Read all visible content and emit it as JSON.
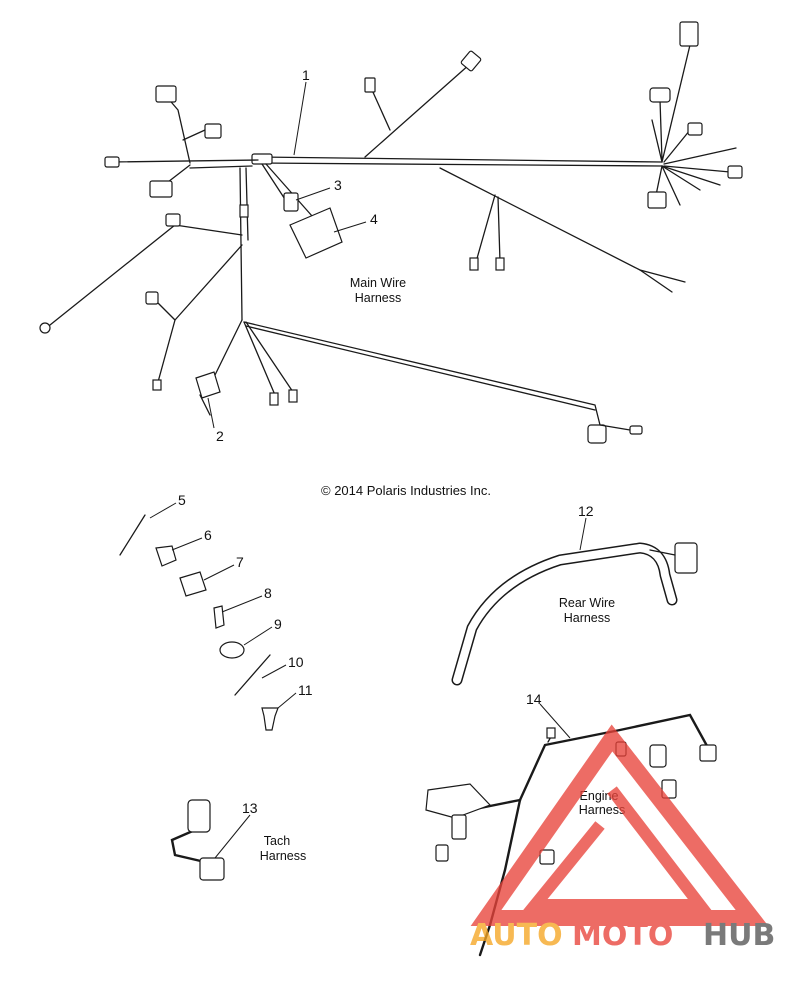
{
  "callouts": [
    "1",
    "2",
    "3",
    "4",
    "5",
    "6",
    "7",
    "8",
    "9",
    "10",
    "11",
    "12",
    "13",
    "14"
  ],
  "labels": {
    "main_harness": [
      "Main Wire",
      "Harness"
    ],
    "rear_harness": [
      "Rear Wire",
      "Harness"
    ],
    "engine_harness": [
      "Engine",
      "Harness"
    ],
    "tach_harness": [
      "Tach",
      "Harness"
    ]
  },
  "copyright": "© 2014 Polaris Industries Inc.",
  "watermark": {
    "part1": "AUTO",
    "part2": "MOTO",
    "part3": "HUB",
    "colors": {
      "auto": "#f5a623",
      "moto": "#e8433a",
      "hub": "#555555"
    }
  }
}
